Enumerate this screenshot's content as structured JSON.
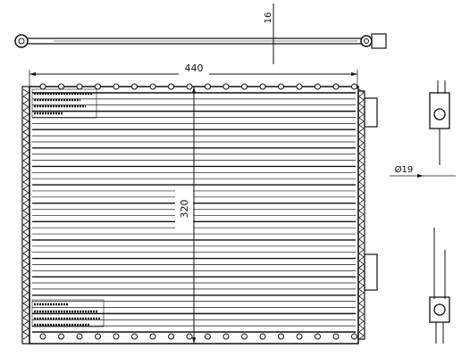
{
  "dimensions": {
    "thickness": "16",
    "width": "440",
    "height": "320",
    "pipe_diameter": "Ø19"
  },
  "views": {
    "top": "top-rail-view",
    "front": "condenser-front-view",
    "side": "side-bracket-view"
  },
  "colors": {
    "line": "#111111",
    "background": "#ffffff"
  }
}
